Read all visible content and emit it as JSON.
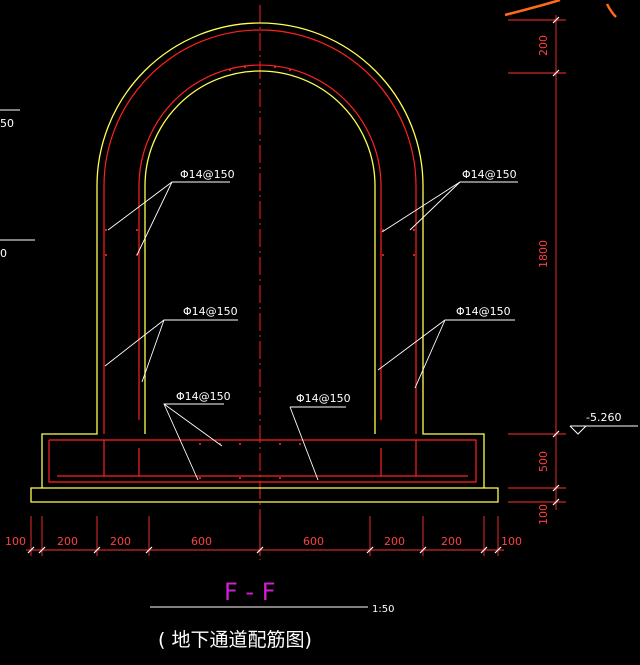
{
  "drawing": {
    "section_title": "F - F",
    "scale": "1:50",
    "caption": "( 地下通道配筋图)",
    "left_edge_labels": [
      "50",
      "0"
    ]
  },
  "rebar_labels": {
    "arch_left": "Φ14@150",
    "arch_right": "Φ14@150",
    "wall_left": "Φ14@150",
    "wall_right": "Φ14@150",
    "base_left": "Φ14@150",
    "base_right": "Φ14@150"
  },
  "dimensions": {
    "horizontal": [
      "100",
      "200",
      "200",
      "600",
      "600",
      "200",
      "200",
      "100"
    ],
    "vertical": [
      "200",
      "1800",
      "500",
      "100"
    ],
    "elevation": "-5.260"
  },
  "colors": {
    "outline": "#ffff55",
    "rebar": "#ff2020",
    "dimension": "#ff3030",
    "leader": "#ffffff",
    "title": "#d020d0",
    "dim_text": "#ff4040"
  }
}
